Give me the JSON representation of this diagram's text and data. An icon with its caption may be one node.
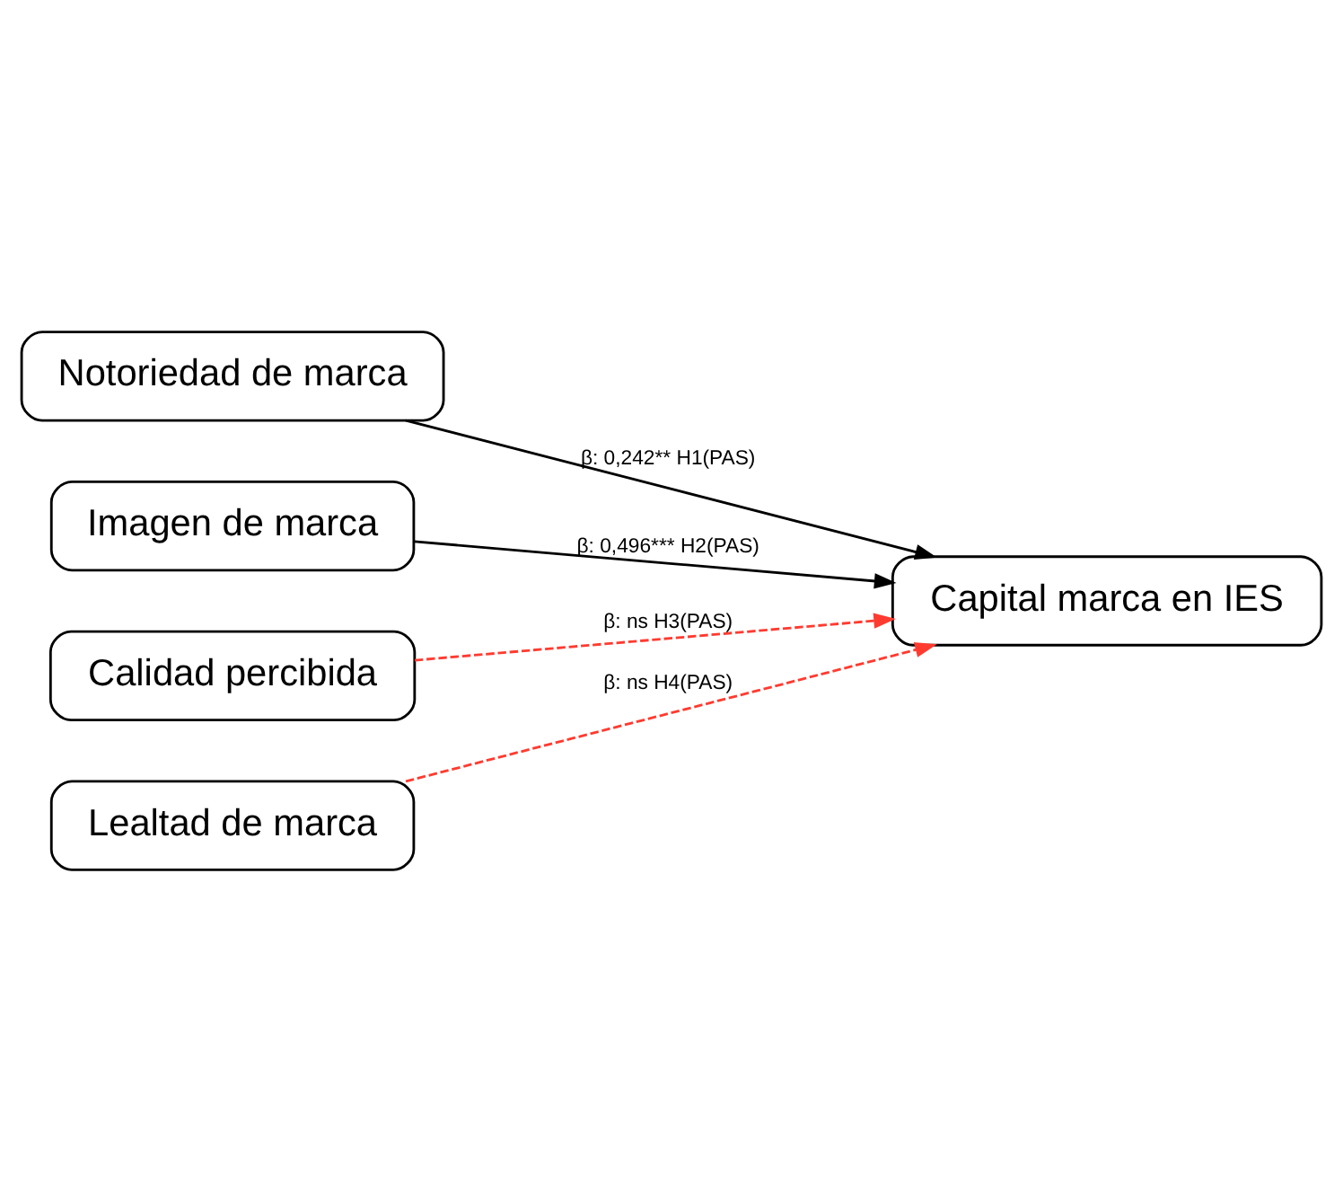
{
  "diagram": {
    "nodes": [
      {
        "text": [
          "Notoriedad de marca"
        ]
      },
      {
        "text": [
          "Imagen de marca"
        ]
      },
      {
        "text": [
          "Calidad percibida"
        ]
      },
      {
        "text": [
          "Lealtad de marca"
        ]
      },
      {
        "text": [
          "Capital marca en IES"
        ]
      }
    ],
    "edges": [
      {
        "from": 0,
        "to": 4,
        "arrow": "to",
        "label": "β: 0,242** H1(PAS)"
      },
      {
        "from": 1,
        "to": 4,
        "arrow": "to",
        "label": "β: 0,496*** H2(PAS)"
      },
      {
        "from": 2,
        "to": 4,
        "arrow": "to",
        "label": "β: ns H3(PAS)",
        "style": "dashed",
        "color": "#ff3b30"
      },
      {
        "from": 3,
        "to": 4,
        "arrow": "to",
        "label": "β: ns H4(PAS)",
        "style": "dashed",
        "color": "#ff3b30"
      }
    ]
  }
}
